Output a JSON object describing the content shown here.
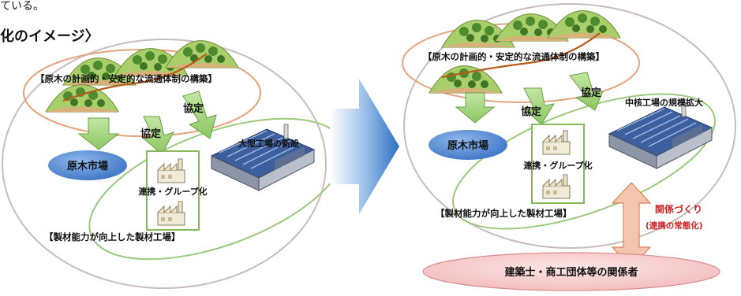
{
  "header": {
    "fragment": "ている。",
    "title": "化のイメージ〉"
  },
  "left": {
    "bracket_supply": "【原木の計画的・安定的な流通体制の構築】",
    "agreement_a": "協定",
    "agreement_b": "協定",
    "market": "原木市場",
    "large_mill": "大型工場の新設",
    "group": "連携・グループ化",
    "bracket_mill": "【製材能力が向上した製材工場】"
  },
  "right": {
    "bracket_supply": "【原木の計画的・安定的な流通体制の構築】",
    "agreement_a": "協定",
    "agreement_b": "協定",
    "market": "原木市場",
    "core_mill": "中核工場の規模拡大",
    "group": "連携・グループ化",
    "bracket_mill": "【製材能力が向上した製材工場】",
    "relation": "関係づくり",
    "relation_sub": "(連携の常態化)",
    "stakeholders": "建築士・商工団体等の関係者"
  },
  "colors": {
    "ellipse": "#c8b8b8",
    "green_arrow": "#9fd07a",
    "market_fill": "#5a8fd6",
    "relation_red": "#cc2222",
    "stakeholder_fill": "#f5c9c9",
    "center_arrow": "#2d6fc2"
  }
}
